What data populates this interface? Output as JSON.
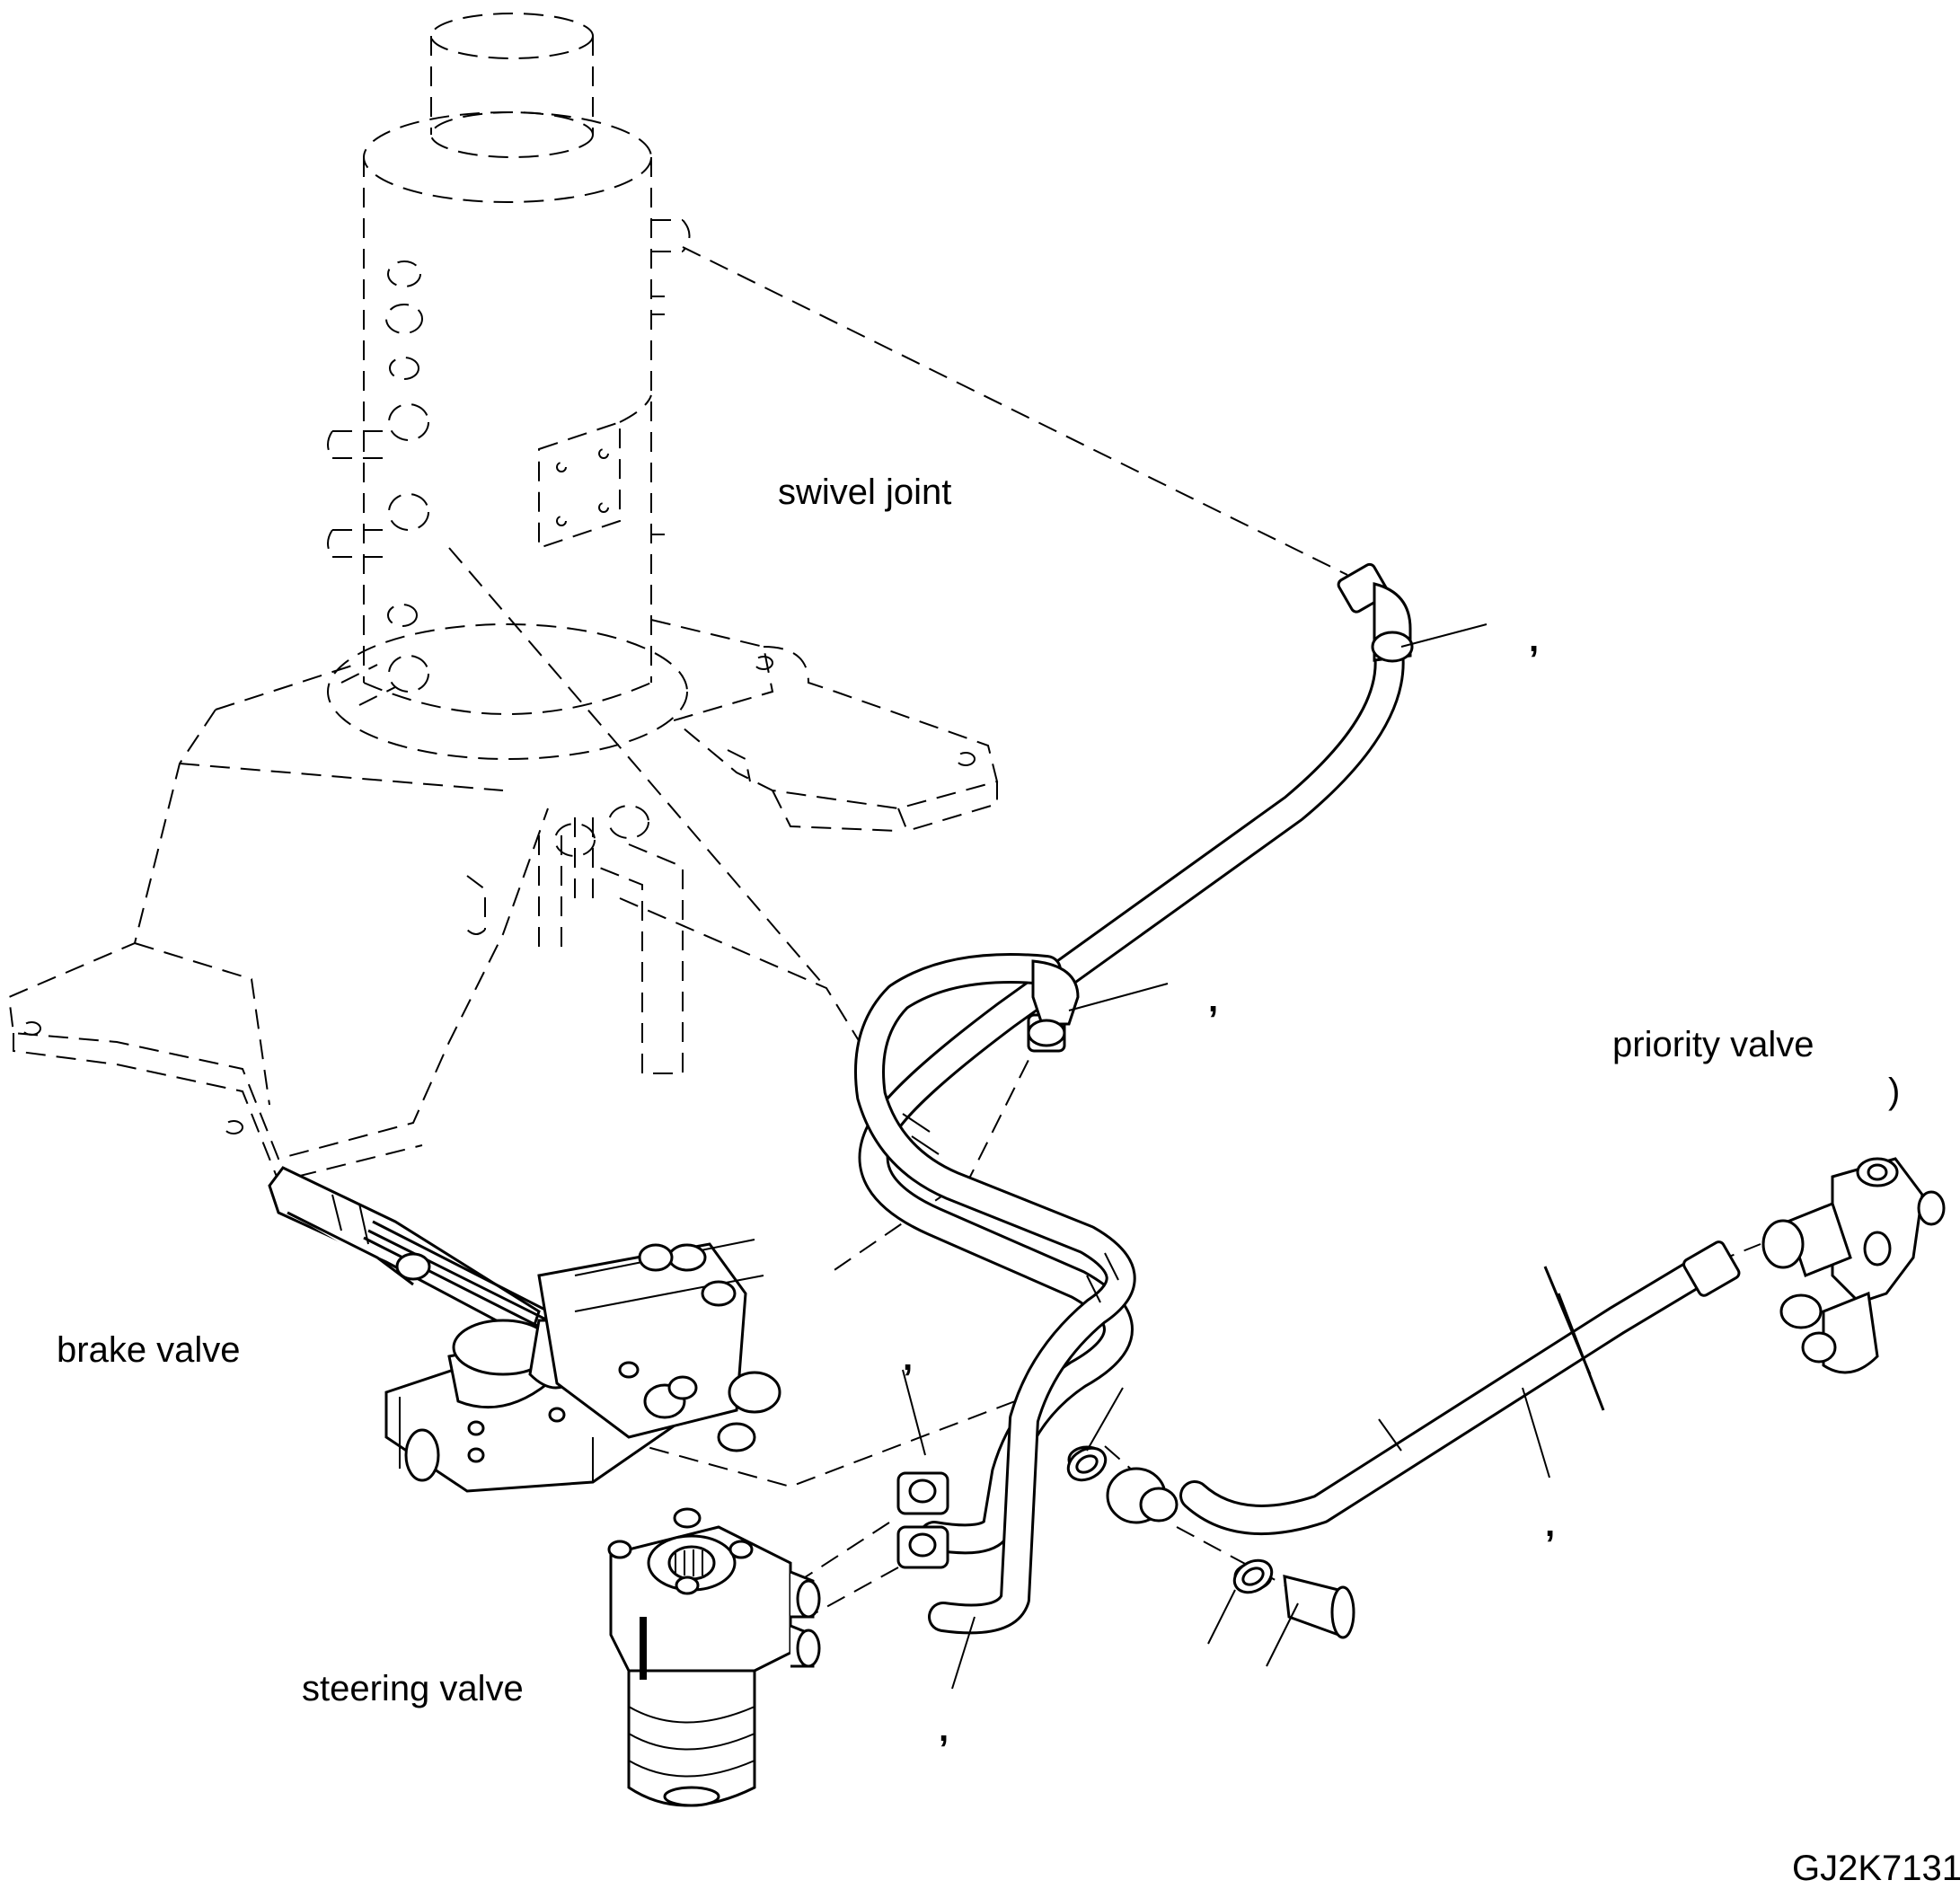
{
  "labels": {
    "swivel_joint": "swivel joint",
    "priority_valve": "priority valve",
    "brake_valve": "brake valve",
    "steering_valve": "steering valve"
  },
  "marks": {
    "comma_1": ",",
    "comma_2": ",",
    "comma_3": ",",
    "comma_4": ",",
    "comma_5": ",",
    "paren": ")"
  },
  "figure_code": "GJ2K7131"
}
